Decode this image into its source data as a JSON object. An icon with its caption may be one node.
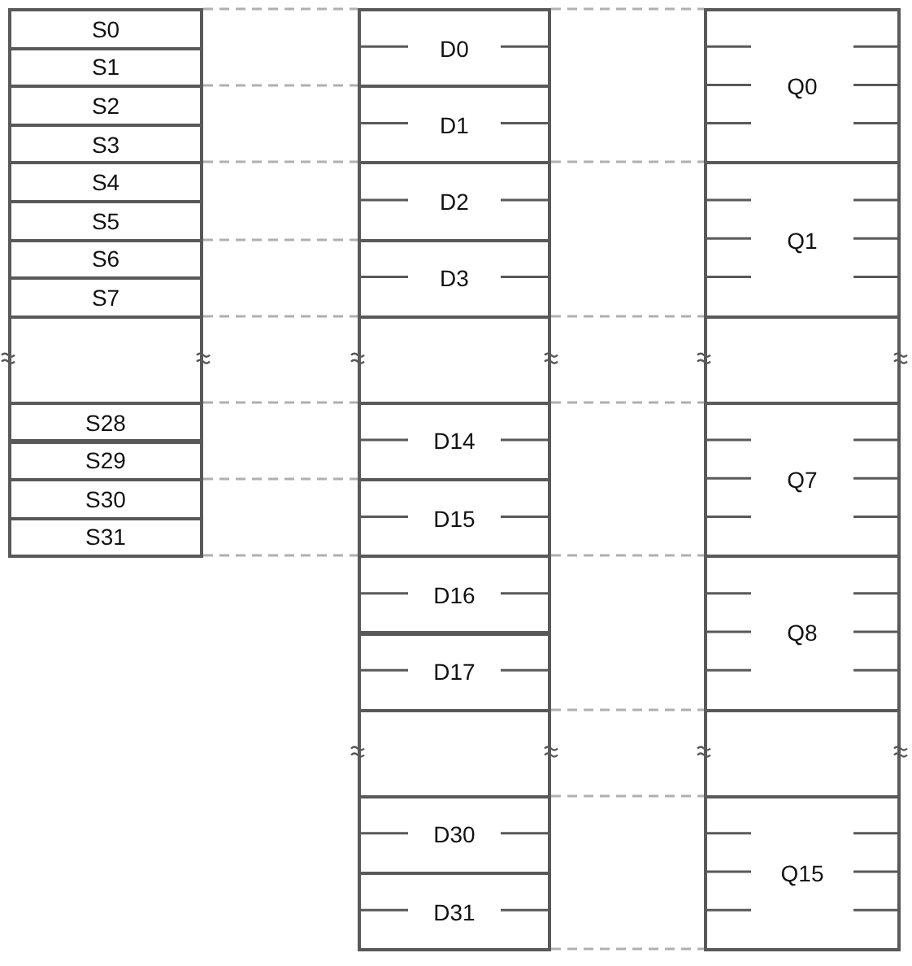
{
  "diagram": {
    "nodes": [
      {
        "text": [
          "S0"
        ]
      },
      {
        "text": [
          "S1"
        ]
      },
      {
        "text": [
          "S2"
        ]
      },
      {
        "text": [
          "S3"
        ]
      },
      {
        "text": [
          "S4"
        ]
      },
      {
        "text": [
          "S5"
        ]
      },
      {
        "text": [
          "S6"
        ]
      },
      {
        "text": [
          "S7"
        ]
      },
      {
        "text": [],
        "shape": "box"
      },
      {
        "text": [
          "S28"
        ]
      },
      {
        "text": [
          "S29"
        ]
      },
      {
        "text": [
          "S30"
        ]
      },
      {
        "text": [
          "S31"
        ]
      },
      {
        "text": [
          "D0"
        ]
      },
      {
        "text": [
          "D1"
        ]
      },
      {
        "text": [
          "D2"
        ]
      },
      {
        "text": [
          "D3"
        ]
      },
      {
        "text": [],
        "shape": "box"
      },
      {
        "text": [
          "D14"
        ]
      },
      {
        "text": [
          "D15"
        ]
      },
      {
        "text": [
          "D16"
        ]
      },
      {
        "text": [
          "D17"
        ]
      },
      {
        "text": [],
        "shape": "box"
      },
      {
        "text": [
          "D30"
        ]
      },
      {
        "text": [
          "D31"
        ]
      },
      {
        "text": [
          "Q0"
        ]
      },
      {
        "text": [
          "Q1"
        ]
      },
      {
        "text": [],
        "shape": "box"
      },
      {
        "text": [
          "Q7"
        ]
      },
      {
        "text": [
          "Q8"
        ]
      },
      {
        "text": [],
        "shape": "box"
      },
      {
        "text": [
          "Q15"
        ]
      }
    ],
    "edges": [
      {
        "from": 0,
        "to": 13,
        "arrow": "none",
        "style": "dashed"
      },
      {
        "from": 2,
        "to": 14,
        "arrow": "none",
        "style": "dashed"
      },
      {
        "from": 4,
        "to": 15,
        "arrow": "none",
        "style": "dashed"
      },
      {
        "from": 6,
        "to": 16,
        "arrow": "none",
        "style": "dashed"
      },
      {
        "from": 7,
        "to": 16,
        "arrow": "none",
        "style": "dashed"
      },
      {
        "from": 9,
        "to": 18,
        "arrow": "none",
        "style": "dashed"
      },
      {
        "from": 11,
        "to": 19,
        "arrow": "none",
        "style": "dashed"
      },
      {
        "from": 12,
        "to": 19,
        "arrow": "none",
        "style": "dashed"
      },
      {
        "from": 13,
        "to": 25,
        "arrow": "none",
        "style": "dashed"
      },
      {
        "from": 15,
        "to": 26,
        "arrow": "none",
        "style": "dashed"
      },
      {
        "from": 16,
        "to": 26,
        "arrow": "none",
        "style": "dashed"
      },
      {
        "from": 18,
        "to": 28,
        "arrow": "none",
        "style": "dashed"
      },
      {
        "from": 20,
        "to": 29,
        "arrow": "none",
        "style": "dashed"
      },
      {
        "from": 21,
        "to": 29,
        "arrow": "none",
        "style": "dashed"
      },
      {
        "from": 23,
        "to": 31,
        "arrow": "none",
        "style": "dashed"
      },
      {
        "from": 24,
        "to": 31,
        "arrow": "none",
        "style": "dashed"
      }
    ]
  }
}
